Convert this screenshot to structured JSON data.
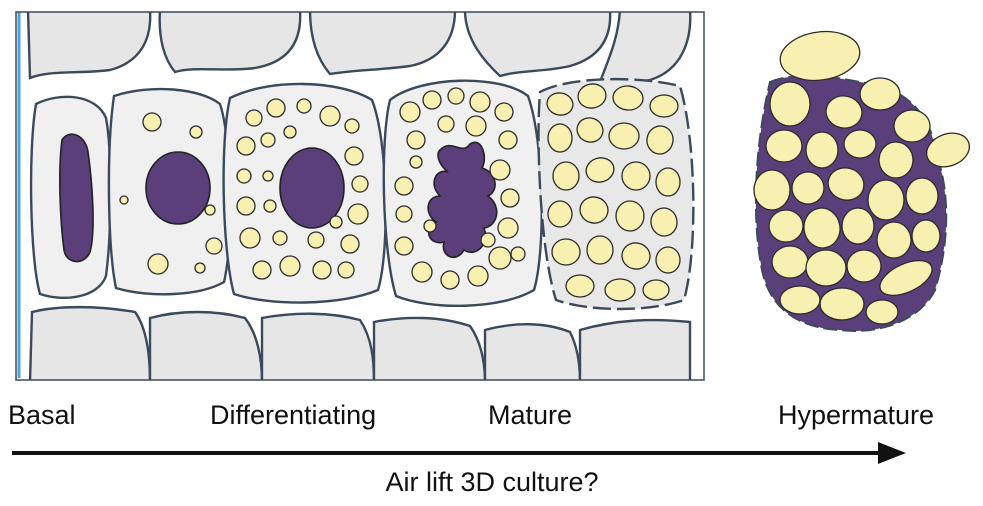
{
  "stages": [
    {
      "id": "basal",
      "label": "Basal"
    },
    {
      "id": "differentiating",
      "label": "Differentiating"
    },
    {
      "id": "mature",
      "label": "Mature"
    },
    {
      "id": "hypermature",
      "label": "Hypermature"
    }
  ],
  "arrow_caption": "Air lift 3D culture?",
  "colors": {
    "background_cell": "#e6e6e6",
    "cell_inner": "#f0f0f0",
    "membrane": "#3a4a5c",
    "membrane_light": "#a9bccd",
    "lipid": "#f7f0b0",
    "nucleus": "#5a3f7a",
    "basement": "#4aa6d8"
  }
}
